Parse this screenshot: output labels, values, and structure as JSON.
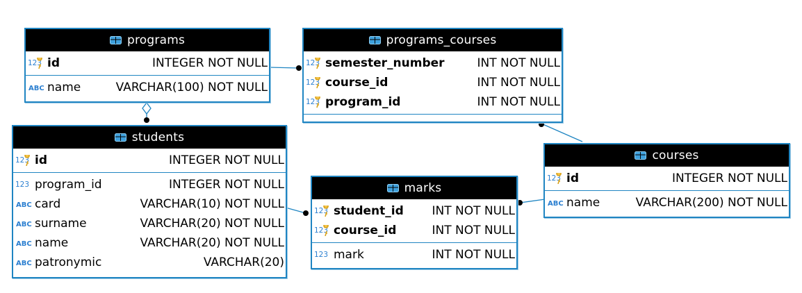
{
  "diagram": {
    "entities": [
      {
        "id": "programs",
        "title": "programs",
        "pk": [
          {
            "name": "id",
            "type": "INTEGER NOT NULL",
            "icon": "numeric-key-icon"
          }
        ],
        "attrs": [
          {
            "name": "name",
            "type": "VARCHAR(100) NOT NULL",
            "icon": "text-icon"
          }
        ]
      },
      {
        "id": "programs_courses",
        "title": "programs_courses",
        "pk": [
          {
            "name": "semester_number",
            "type": "INT NOT NULL",
            "icon": "numeric-key-icon"
          },
          {
            "name": "course_id",
            "type": "INT NOT NULL",
            "icon": "numeric-key-icon"
          },
          {
            "name": "program_id",
            "type": "INT NOT NULL",
            "icon": "numeric-key-icon"
          }
        ],
        "attrs": []
      },
      {
        "id": "students",
        "title": "students",
        "pk": [
          {
            "name": "id",
            "type": "INTEGER NOT NULL",
            "icon": "numeric-key-icon"
          }
        ],
        "attrs": [
          {
            "name": "program_id",
            "type": "INTEGER NOT NULL",
            "icon": "numeric-icon"
          },
          {
            "name": "card",
            "type": "VARCHAR(10) NOT NULL",
            "icon": "text-icon"
          },
          {
            "name": "surname",
            "type": "VARCHAR(20) NOT NULL",
            "icon": "text-icon"
          },
          {
            "name": "name",
            "type": "VARCHAR(20) NOT NULL",
            "icon": "text-icon"
          },
          {
            "name": "patronymic",
            "type": "VARCHAR(20)",
            "icon": "text-icon"
          }
        ]
      },
      {
        "id": "marks",
        "title": "marks",
        "pk": [
          {
            "name": "student_id",
            "type": "INT NOT NULL",
            "icon": "numeric-key-icon"
          },
          {
            "name": "course_id",
            "type": "INT NOT NULL",
            "icon": "numeric-key-icon"
          }
        ],
        "attrs": [
          {
            "name": "mark",
            "type": "INT NOT NULL",
            "icon": "numeric-icon"
          }
        ]
      },
      {
        "id": "courses",
        "title": "courses",
        "pk": [
          {
            "name": "id",
            "type": "INTEGER NOT NULL",
            "icon": "numeric-key-icon"
          }
        ],
        "attrs": [
          {
            "name": "name",
            "type": "VARCHAR(200) NOT NULL",
            "icon": "text-icon"
          }
        ]
      }
    ],
    "relationships": [
      {
        "from": "programs",
        "to": "programs_courses"
      },
      {
        "from": "programs",
        "to": "students"
      },
      {
        "from": "programs_courses",
        "to": "courses"
      },
      {
        "from": "students",
        "to": "marks"
      },
      {
        "from": "marks",
        "to": "courses"
      }
    ],
    "colors": {
      "border": "#1f85c2",
      "header_bg": "#000000",
      "header_text": "#ffffff",
      "link": "#1f85c2"
    }
  }
}
